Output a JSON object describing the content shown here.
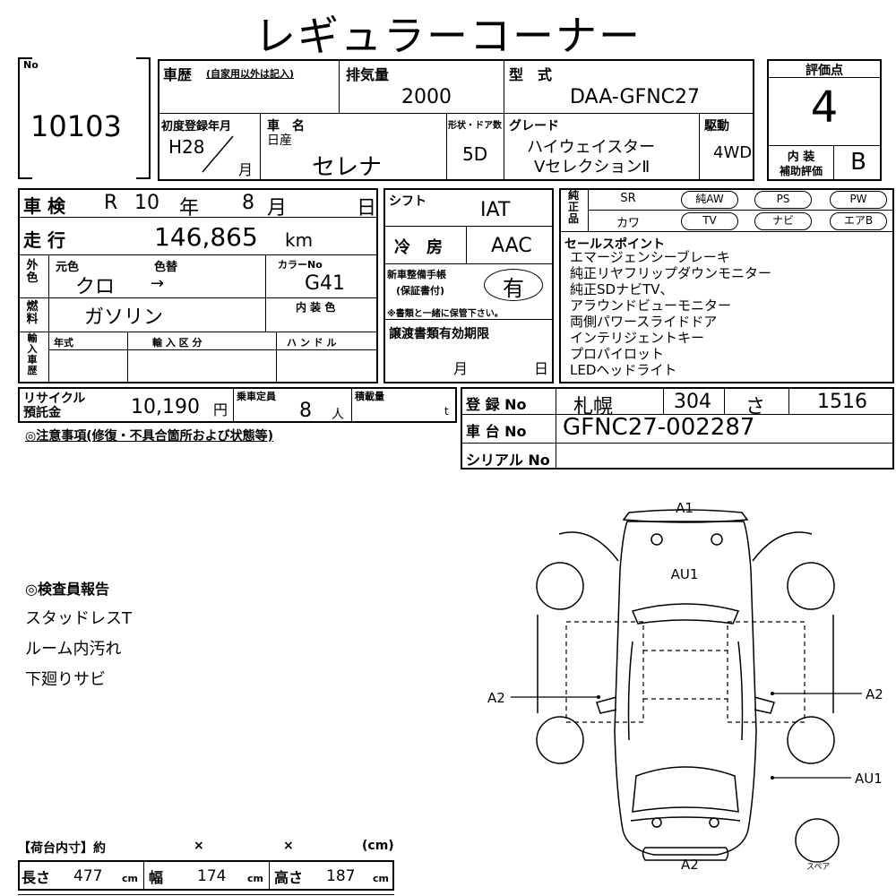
{
  "title": "レギュラーコーナー",
  "lot": {
    "label": "No",
    "value": "10103"
  },
  "history": {
    "label": "車歴",
    "note": "(自家用以外は記入)"
  },
  "displacement": {
    "label": "排気量",
    "value": "2000"
  },
  "model": {
    "label": "型　式",
    "value": "DAA-GFNC27"
  },
  "score": {
    "label": "評価点",
    "value": "4",
    "interior_label_1": "内 装",
    "interior_label_2": "補助評価",
    "interior_value": "B"
  },
  "first_reg": {
    "label": "初度登録年月",
    "year": "H28",
    "month_unit": "月"
  },
  "car_name": {
    "label": "車　名",
    "maker": "日産",
    "value": "セレナ"
  },
  "doors": {
    "label": "形状・ドア数",
    "value": "5D"
  },
  "grade": {
    "label": "グレード",
    "line1": "ハイウェイスター",
    "line2": "VセレクションⅡ"
  },
  "drive": {
    "label": "駆動",
    "value": "4WD"
  },
  "inspection": {
    "label": "車 検",
    "era": "R",
    "year": "10",
    "year_unit": "年",
    "month": "8",
    "month_unit": "月",
    "day_unit": "日"
  },
  "shift": {
    "label": "シフト",
    "value": "IAT"
  },
  "equipment": {
    "label": "純正品",
    "row1": [
      "SR",
      "純AW",
      "PS",
      "PW"
    ],
    "row2": [
      "カワ",
      "TV",
      "ナビ",
      "エアB"
    ]
  },
  "mileage": {
    "label": "走 行",
    "value": "146,865",
    "unit": "km"
  },
  "ac": {
    "label": "冷　房",
    "value": "AAC"
  },
  "color": {
    "side_label": "外色",
    "orig_label": "元色",
    "change_label": "色替",
    "code_label": "カラーNo",
    "value": "クロ",
    "arrow": "→",
    "code": "G41"
  },
  "warranty": {
    "label1": "新車整備手帳",
    "label2": "(保証書付)",
    "value": "有",
    "note": "※書類と一緒に保管下さい。"
  },
  "fuel": {
    "label": "燃料",
    "value": "ガソリン",
    "interior_color_label": "内 装 色"
  },
  "import": {
    "label": "輸入車歴",
    "year_label": "年式",
    "type_label": "輸 入 区 分",
    "handle_label": "ハ ン ド ル"
  },
  "transfer": {
    "label": "譲渡書類有効期限",
    "month_unit": "月",
    "day_unit": "日"
  },
  "sales_points": {
    "label": "セールスポイント",
    "items": [
      "エマージェンシーブレーキ",
      "純正リヤフリップダウンモニター",
      "純正SDナビTV、",
      "アラウンドビューモニター",
      "両側パワースライドドア",
      "インテリジェントキー",
      "プロパイロット",
      "LEDヘッドライト"
    ]
  },
  "recycle": {
    "label1": "リサイクル",
    "label2": "預託金",
    "value": "10,190",
    "unit": "円"
  },
  "capacity": {
    "label": "乗車定員",
    "value": "8",
    "unit": "人"
  },
  "load": {
    "label": "積載量",
    "unit": "t"
  },
  "registration": {
    "label": "登 録 No",
    "city": "札幌",
    "class": "304",
    "kana": "さ",
    "number": "1516"
  },
  "chassis": {
    "label": "車 台 No",
    "value": "GFNC27-002287"
  },
  "serial": {
    "label": "シリアル No"
  },
  "notes_label": "◎注意事項(修復・不具合箇所および状態等)",
  "inspector": {
    "label": "◎検査員報告",
    "lines": [
      "スタッドレスT",
      "ルーム内汚れ",
      "下廻りサビ"
    ]
  },
  "cargo": {
    "label": "【荷台内寸】約",
    "x1": "×",
    "x2": "×",
    "unit_header": "(cm)",
    "length_label": "長さ",
    "length": "477",
    "width_label": "幅",
    "width": "174",
    "height_label": "高さ",
    "height": "187",
    "unit": "cm"
  },
  "diagram": {
    "marks": [
      "A1",
      "AU1",
      "A2",
      "A2",
      "AU1",
      "A2"
    ],
    "spare": "スペア"
  }
}
